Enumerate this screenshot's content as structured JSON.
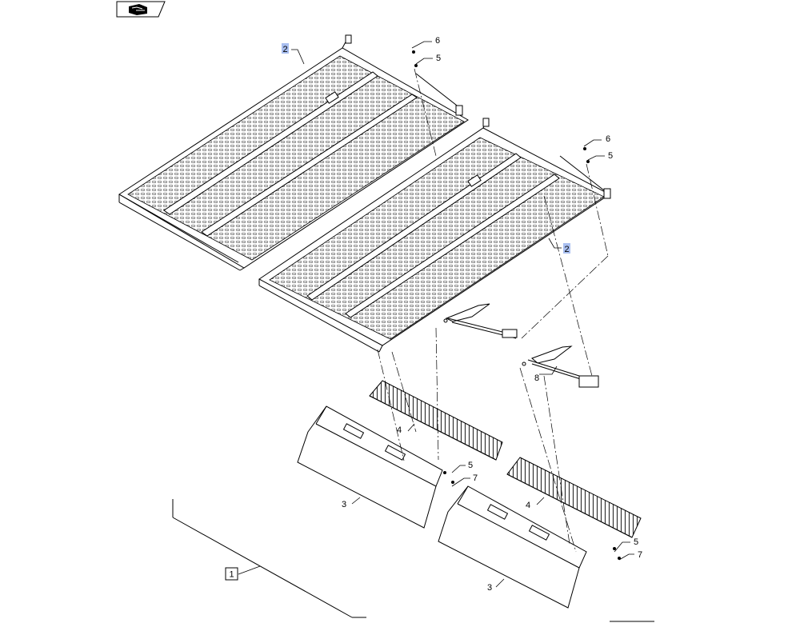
{
  "toolbar": {
    "icon": "book-hand-icon"
  },
  "callouts": {
    "c1": "1",
    "c2a": "2",
    "c2b": "2",
    "c3a": "3",
    "c3b": "3",
    "c4a": "4",
    "c4b": "4",
    "c5a": "5",
    "c5b": "5",
    "c5c": "5",
    "c5d": "5",
    "c6a": "6",
    "c6b": "6",
    "c7a": "7",
    "c7b": "7",
    "c8": "8"
  },
  "colors": {
    "line": "#000000",
    "highlight": "#a9bff0",
    "perforation": "#555555"
  }
}
